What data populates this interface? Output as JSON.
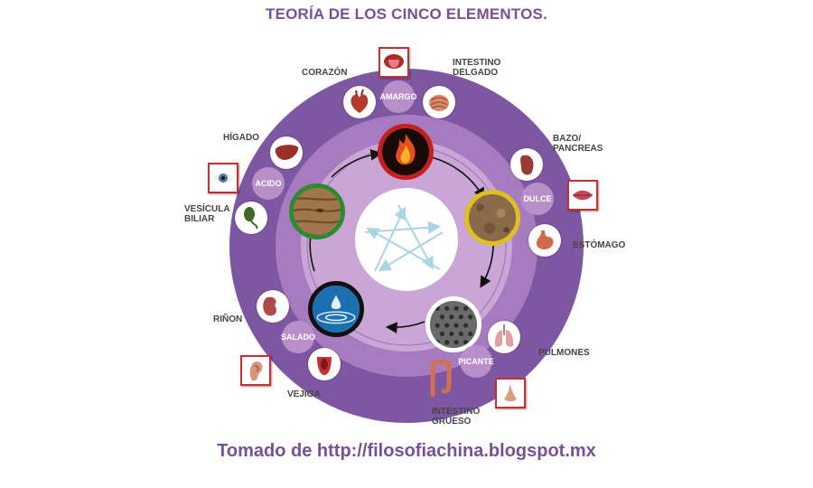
{
  "title": "TEORÍA DE LOS CINCO ELEMENTOS.",
  "footer": "Tomado de http://filosofiachina.blogspot.mx",
  "organs": {
    "corazon": "CORAZÓN",
    "intestino_delgado": [
      "INTESTINO",
      "DELGADO"
    ],
    "bazo": [
      "BAZO/",
      "PANCREAS"
    ],
    "estomago": "ESTÓMAGO",
    "pulmones": "PULMONES",
    "intestino_grueso": [
      "INTESTINO",
      "GRUESO"
    ],
    "vejiga": "VEJIGA",
    "rinon": "RIÑON",
    "vesicula": [
      "VESÍCULA",
      "BILIAR"
    ],
    "higado": "HÍGADO"
  },
  "flavors": {
    "amargo": "AMARGO",
    "dulce": "DULCE",
    "picante": "PICANTE",
    "salado": "SALADO",
    "acido": "ACIDO"
  },
  "elements": [
    {
      "icon": "fire-icon",
      "ring_color": "#c81e1e"
    },
    {
      "icon": "earth-icon",
      "ring_color": "#e0c020"
    },
    {
      "icon": "metal-icon",
      "ring_color": "#ffffff"
    },
    {
      "icon": "water-icon",
      "ring_color": "#111111"
    },
    {
      "icon": "wood-icon",
      "ring_color": "#2e8a32"
    }
  ],
  "colors": {
    "outer_ring": "#7e57a3",
    "inner_ring": "#a77bbf",
    "center_disc": "#c9a6d6",
    "title": "#7a4f96",
    "sense_border": "#c83030"
  }
}
